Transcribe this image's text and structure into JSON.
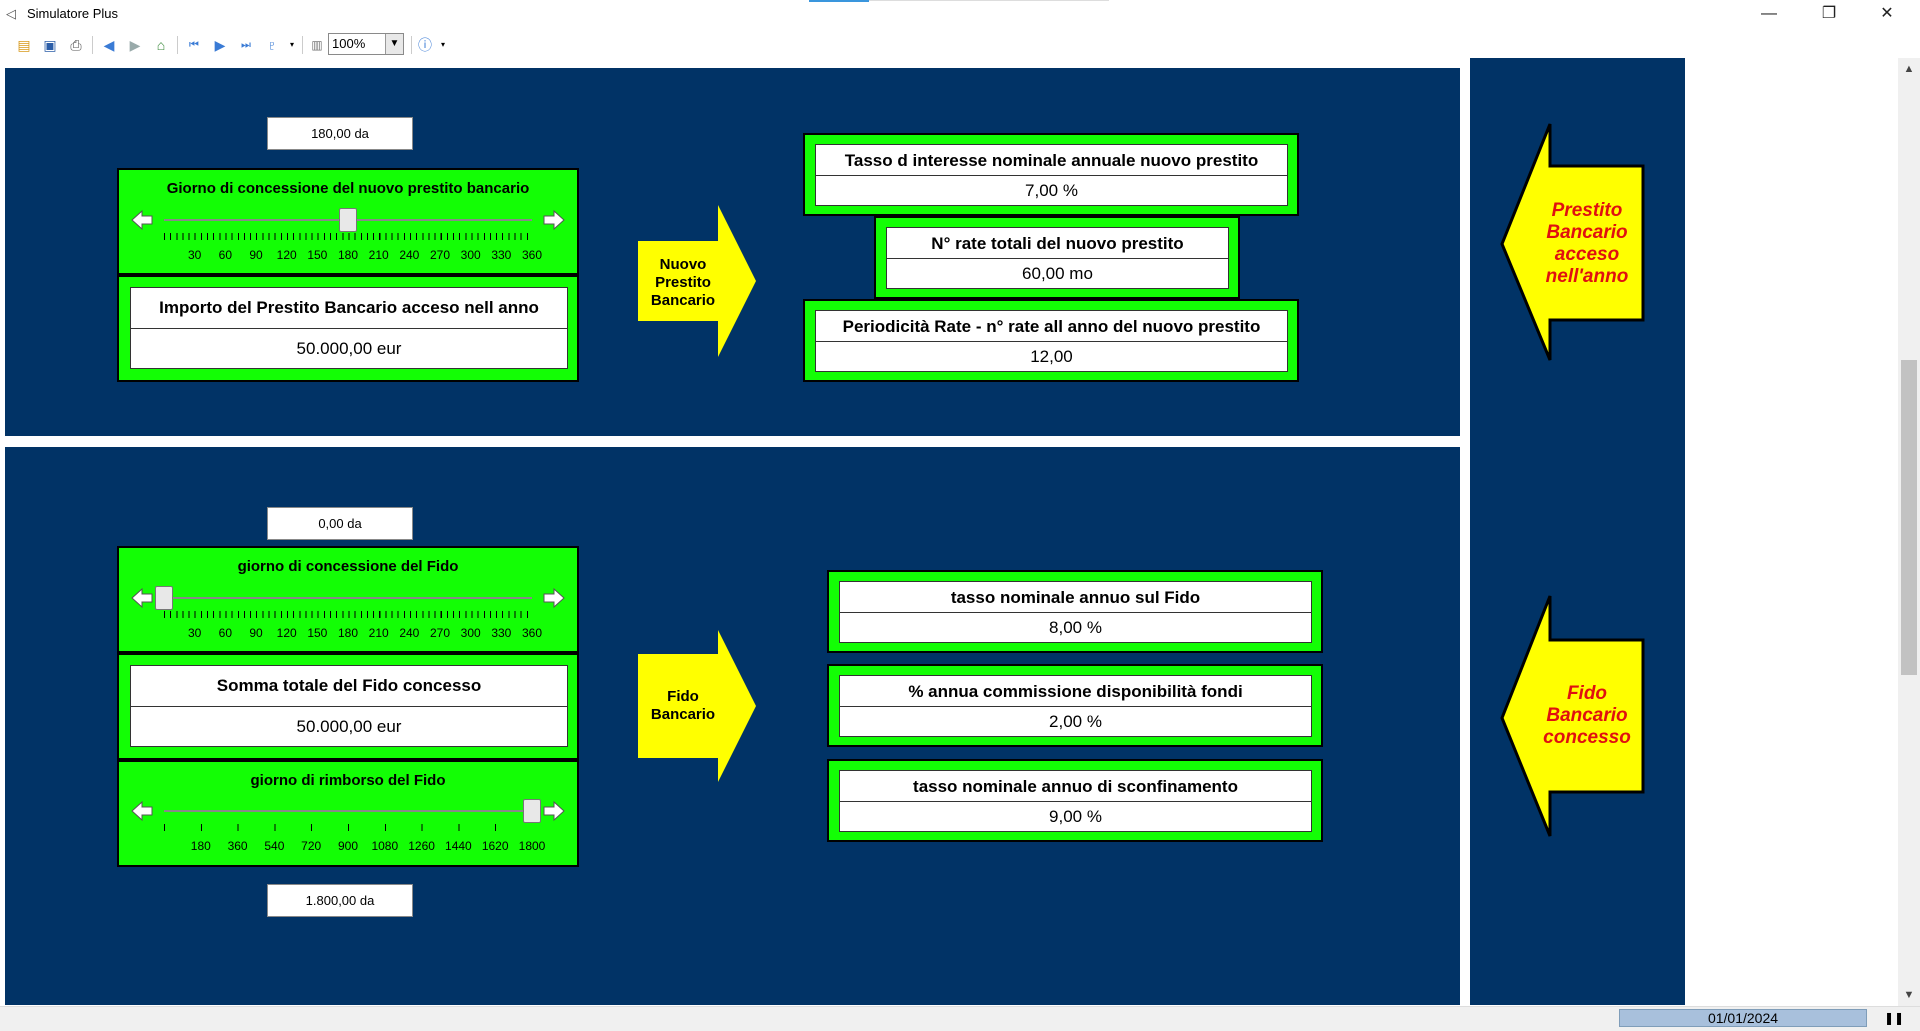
{
  "window": {
    "title": "Simulatore Plus"
  },
  "toolbar": {
    "zoom_value": "100%",
    "icons": [
      "open-folder-icon",
      "save-icon",
      "print-icon",
      "back-icon",
      "forward-icon",
      "home-icon",
      "first-page-icon",
      "play-icon",
      "last-page-icon",
      "stamp-icon",
      "page-setup-icon",
      "info-icon"
    ]
  },
  "prestito": {
    "day_display": "180,00 da",
    "slider_title": "Giorno di concessione del nuovo prestito bancario",
    "slider_value": 180,
    "slider_max": 360,
    "slider_ticks": [
      "30",
      "60",
      "90",
      "120",
      "150",
      "180",
      "210",
      "240",
      "270",
      "300",
      "330",
      "360"
    ],
    "amount_label": "Importo del Prestito Bancario acceso nell anno",
    "amount_value": "50.000,00 eur",
    "arrow_text": "Nuovo Prestito Bancario",
    "rate_label": "Tasso d interesse nominale annuale nuovo prestito",
    "rate_value": "7,00 %",
    "installments_label": "N° rate totali del nuovo prestito",
    "installments_value": "60,00 mo",
    "periodicity_label": "Periodicità Rate - n° rate all anno del nuovo prestito",
    "periodicity_value": "12,00",
    "side_label": "Prestito Bancario acceso nell'anno"
  },
  "fido": {
    "day_display": "0,00 da",
    "slider_title": "giorno di concessione del Fido",
    "slider_value": 0,
    "slider_max": 360,
    "slider_ticks": [
      "30",
      "60",
      "90",
      "120",
      "150",
      "180",
      "210",
      "240",
      "270",
      "300",
      "330",
      "360"
    ],
    "amount_label": "Somma totale del Fido concesso",
    "amount_value": "50.000,00 eur",
    "repay_title": "giorno di rimborso del Fido",
    "repay_value": 1800,
    "repay_max": 1800,
    "repay_ticks": [
      "180",
      "360",
      "540",
      "720",
      "900",
      "1080",
      "1260",
      "1440",
      "1620",
      "1800"
    ],
    "repay_display": "1.800,00 da",
    "arrow_text": "Fido Bancario",
    "rate_label": "tasso nominale annuo sul Fido",
    "rate_value": "8,00 %",
    "commission_label": "% annua commissione disponibilità fondi",
    "commission_value": "2,00 %",
    "overdraft_label": "tasso nominale annuo di sconfinamento",
    "overdraft_value": "9,00 %",
    "side_label": "Fido Bancario concesso"
  },
  "status": {
    "date": "01/01/2024",
    "pause_icon": "pause-icon"
  },
  "colors": {
    "navy": "#013366",
    "green": "#13fe05",
    "yellow": "#ffff00",
    "side_text": "#e01010"
  }
}
